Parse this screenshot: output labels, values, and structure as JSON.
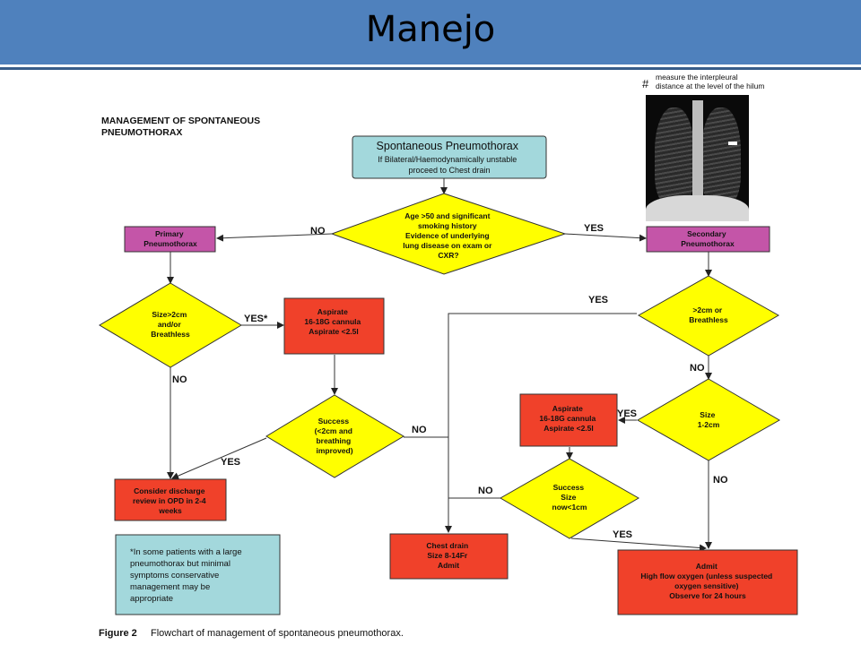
{
  "slide": {
    "title": "Manejo"
  },
  "flowchart": {
    "heading": [
      "MANAGEMENT OF SPONTANEOUS",
      "PNEUMOTHORAX"
    ],
    "xray_note": {
      "symbol": "#",
      "lines": [
        "measure the interpleural",
        "distance at the level of the hilum"
      ]
    },
    "start": [
      "Spontaneous Pneumothorax",
      "If Bilateral/Haemodynamically unstable",
      "proceed to Chest drain"
    ],
    "decision_age": [
      "Age >50 and significant",
      "smoking history",
      "Evidence of underlying",
      "lung disease on exam or",
      "CXR?"
    ],
    "primary": [
      "Primary",
      "Pneumothorax"
    ],
    "secondary": [
      "Secondary",
      "Pneumothorax"
    ],
    "size_primary": [
      "Size>2cm",
      "and/or",
      "Breathless"
    ],
    "aspirate_1": [
      "Aspirate",
      "16-18G cannula",
      "Aspirate <2.5l"
    ],
    "success_1": [
      "Success",
      "(<2cm and",
      "breathing",
      "improved)"
    ],
    "discharge": [
      "Consider discharge",
      "review in OPD in 2-4",
      "weeks"
    ],
    "footnote": [
      "*In some patients with a large",
      "pneumothorax but minimal",
      "symptoms conservative",
      "management may be",
      "appropriate"
    ],
    "secondary_size": [
      ">2cm or",
      "Breathless"
    ],
    "size_1_2": [
      "Size",
      "1-2cm"
    ],
    "aspirate_2": [
      "Aspirate",
      "16-18G cannula",
      "Aspirate <2.5l"
    ],
    "success_2": [
      "Success",
      "Size",
      "now<1cm"
    ],
    "chest_drain": [
      "Chest drain",
      "Size 8-14Fr",
      "Admit"
    ],
    "admit": [
      "Admit",
      "High flow oxygen (unless suspected",
      "oxygen sensitive)",
      "Observe for 24 hours"
    ],
    "labels": {
      "no_age": "NO",
      "yes_age": "YES",
      "yes_star": "YES*",
      "no_size_primary": "NO",
      "yes_success1": "YES",
      "no_success1": "NO",
      "yes_secondary": "YES",
      "no_secondary": "NO",
      "yes_size12": "YES",
      "no_size12": "NO",
      "no_success2": "NO",
      "yes_success2": "YES"
    },
    "caption": {
      "label": "Figure 2",
      "text": "Flowchart of management of spontaneous pneumothorax."
    },
    "colors": {
      "start": "#a3d8dc",
      "decision": "#ffff00",
      "pink": "#c455a8",
      "red": "#f0412a",
      "note": "#a3d8dc"
    }
  }
}
